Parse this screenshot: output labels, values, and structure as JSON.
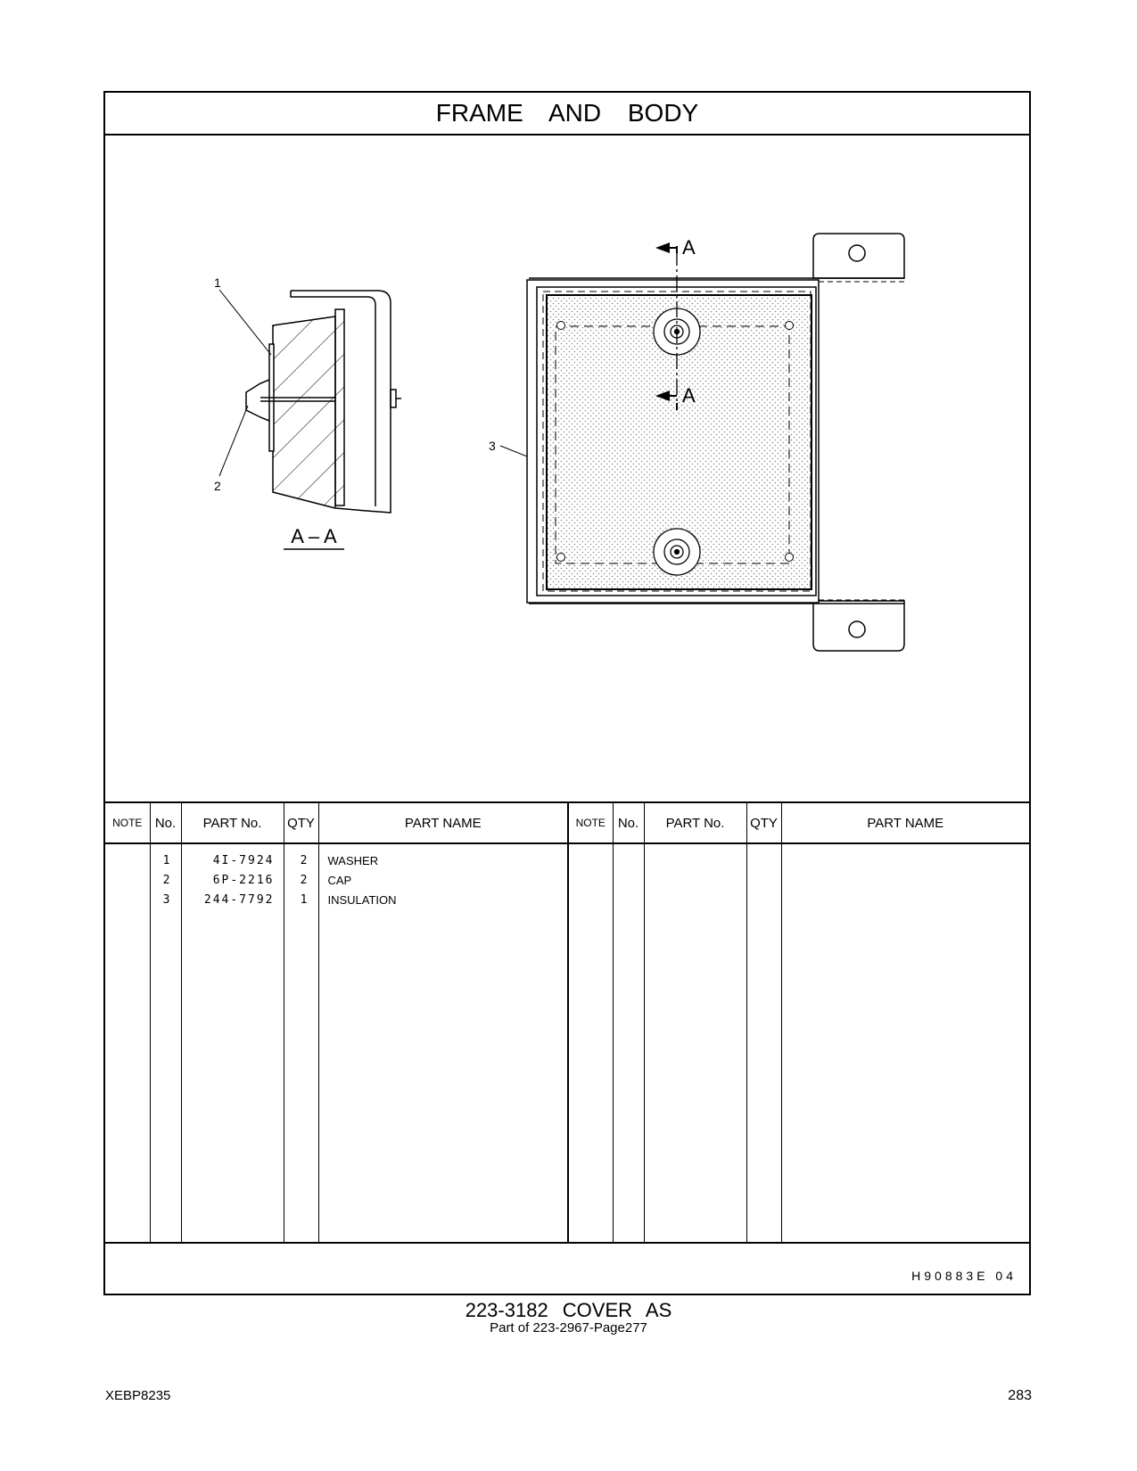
{
  "page": {
    "title": "FRAME AND BODY",
    "assembly_title": "223-3182  COVER AS",
    "assembly_subtitle": "Part of 223-2967-Page277",
    "drawing_ref": "H90883E  04",
    "doc_code": "XEBP8235",
    "page_number": "283"
  },
  "drawing": {
    "callouts": [
      "1",
      "2",
      "3"
    ],
    "section_marker": "A",
    "section_label": "A – A"
  },
  "table": {
    "headers": {
      "note": "NOTE",
      "no": "No.",
      "part_no": "PART No.",
      "qty": "QTY",
      "part_name": "PART NAME"
    },
    "rows": [
      {
        "no": "1",
        "part_no": "4I-7924",
        "qty": "2",
        "name": "WASHER"
      },
      {
        "no": "2",
        "part_no": "6P-2216",
        "qty": "2",
        "name": "CAP"
      },
      {
        "no": "3",
        "part_no": "244-7792",
        "qty": "1",
        "name": "INSULATION"
      }
    ]
  }
}
